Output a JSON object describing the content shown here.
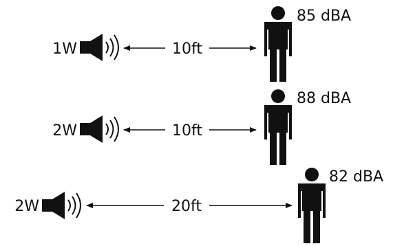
{
  "rows": [
    {
      "power": "1W",
      "distance": "10ft",
      "level": "85 dBA"
    },
    {
      "power": "2W",
      "distance": "10ft",
      "level": "88 dBA"
    },
    {
      "power": "2W",
      "distance": "20ft",
      "level": "82 dBA"
    }
  ],
  "icons": {
    "speaker": "speaker-icon",
    "listener": "person-icon"
  },
  "colors": {
    "ink": "#111111",
    "background": "#ffffff"
  }
}
